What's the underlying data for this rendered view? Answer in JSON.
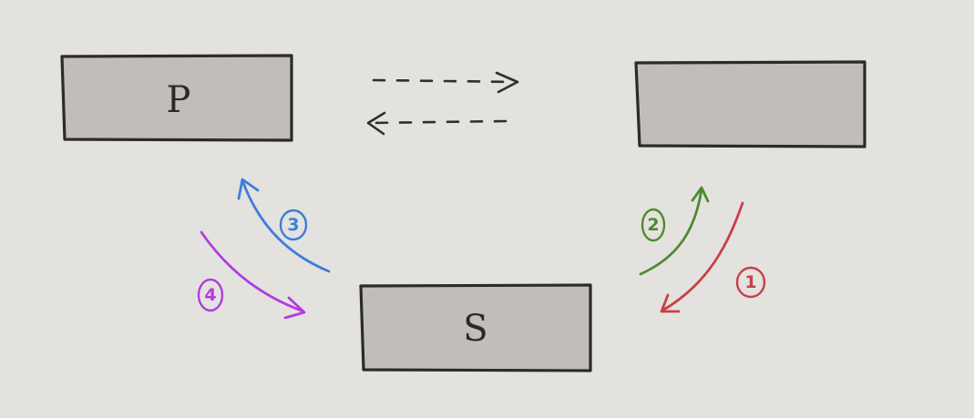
{
  "nodes": [
    {
      "id": "p",
      "label": "P"
    },
    {
      "id": "unlabeled",
      "label": ""
    },
    {
      "id": "s",
      "label": "S"
    }
  ],
  "arrows": [
    {
      "step": "1",
      "color": "#c8404a",
      "from": "unlabeled",
      "to": "s"
    },
    {
      "step": "2",
      "color": "#4d8a30",
      "from": "s",
      "to": "unlabeled"
    },
    {
      "step": "3",
      "color": "#3d7ddb",
      "from": "s",
      "to": "p"
    },
    {
      "step": "4",
      "color": "#b13ddd",
      "from": "p",
      "to": "s"
    }
  ],
  "connector": {
    "style": "dashed",
    "color": "#2f2f2f",
    "directions": [
      "right",
      "left"
    ]
  }
}
